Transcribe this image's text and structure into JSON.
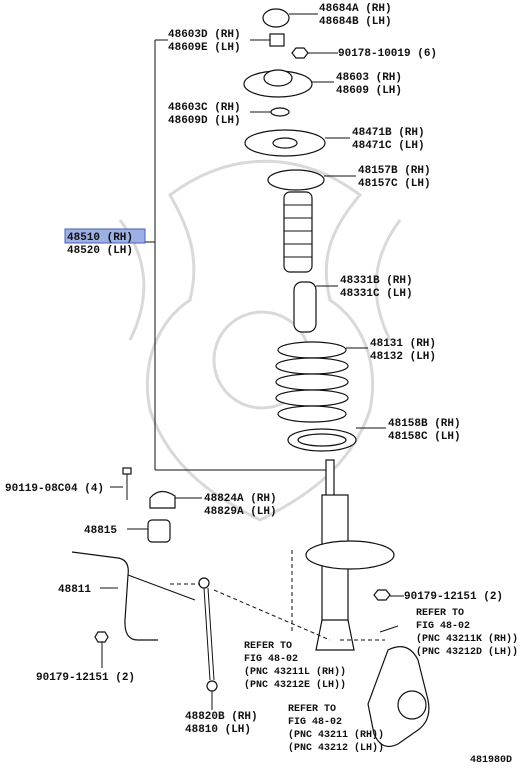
{
  "labels": {
    "p48684": [
      "48684A (RH)",
      "48684B (LH)"
    ],
    "p48603d": [
      "48603D (RH)",
      "48609E (LH)"
    ],
    "p90178": [
      "90178-10019 (6)"
    ],
    "p48603": [
      "48603 (RH)",
      "48609 (LH)"
    ],
    "p48603c": [
      "48603C (RH)",
      "48609D (LH)"
    ],
    "p48471": [
      "48471B (RH)",
      "48471C (LH)"
    ],
    "p48157": [
      "48157B (RH)",
      "48157C (LH)"
    ],
    "p48510": [
      "48510 (RH)",
      "48520 (LH)"
    ],
    "p48331": [
      "48331B (RH)",
      "48331C (LH)"
    ],
    "p48131": [
      "48131 (RH)",
      "48132 (LH)"
    ],
    "p48158": [
      "48158B (RH)",
      "48158C (LH)"
    ],
    "p90119": [
      "90119-08C04 (4)"
    ],
    "p48824": [
      "48824A (RH)",
      "48829A (LH)"
    ],
    "p48815": [
      "48815"
    ],
    "p48811": [
      "48811"
    ],
    "p90179a": [
      "90179-12151 (2)"
    ],
    "p90179b": [
      "90179-12151 (2)"
    ],
    "p48820": [
      "48820B (RH)",
      "48810 (LH)"
    ],
    "ref1": [
      "REFER TO",
      "FIG 48-02",
      "(PNC 43211K (RH))",
      "(PNC 43212D (LH))"
    ],
    "ref2": [
      "REFER TO",
      "FIG 48-02",
      "(PNC 43211L (RH))",
      "(PNC 43212E (LH))"
    ],
    "ref3": [
      "REFER TO",
      "FIG 48-02",
      "(PNC 43211 (RH))",
      "(PNC 43212 (LH))"
    ]
  },
  "diagram_id": "481980D",
  "colors": {
    "highlight": "#9db0e6",
    "line": "#111111",
    "watermark": "#d9d9d9"
  }
}
